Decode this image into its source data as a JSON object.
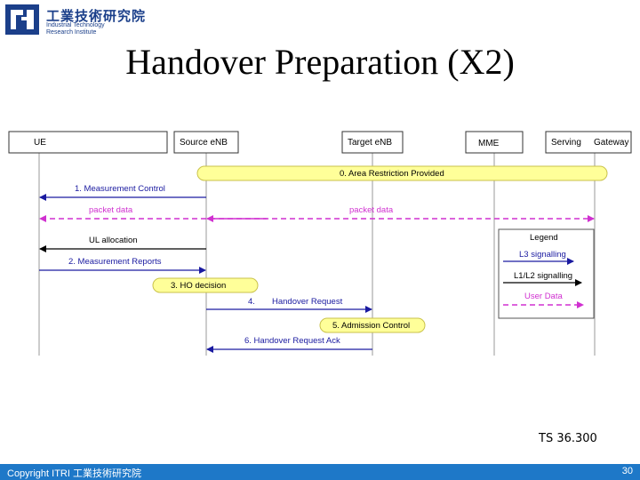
{
  "logo": {
    "name_zh": "工業技術研究院",
    "name_en_1": "Industrial Technology",
    "name_en_2": "Research Institute"
  },
  "title": "Handover Preparation (X2)",
  "reference": "TS 36.300",
  "footer": {
    "copyright": "Copyright ITRI 工業技術研究院",
    "page_number": "30"
  },
  "colors": {
    "footer_bg": "#1e78c8",
    "signal_blue": "#1a1aa0",
    "data_magenta": "#d030d0",
    "procedure_yellow": "#ffff99",
    "logo_blue": "#1b3f8a"
  },
  "diagram": {
    "entities": {
      "ue": "UE",
      "source_enb": "Source eNB",
      "target_enb": "Target eNB",
      "mme": "MME",
      "serving": "Serving",
      "gateway": "Gateway"
    },
    "steps": {
      "s0": "0.  Area Restriction Provided",
      "s1": "1.  Measurement Control",
      "pd1": "packet data",
      "pd2": "packet data",
      "ul": "UL allocation",
      "s2": "2.      Measurement Reports",
      "s3": "3.  HO decision",
      "s4num": "4.",
      "s4": "Handover Request",
      "s5": "5.  Admission Control",
      "s6": "6.   Handover Request Ack"
    },
    "legend": {
      "title": "Legend",
      "l3": "L3  signalling",
      "l1l2": "L1/L2   signalling",
      "user": "User Data"
    }
  }
}
